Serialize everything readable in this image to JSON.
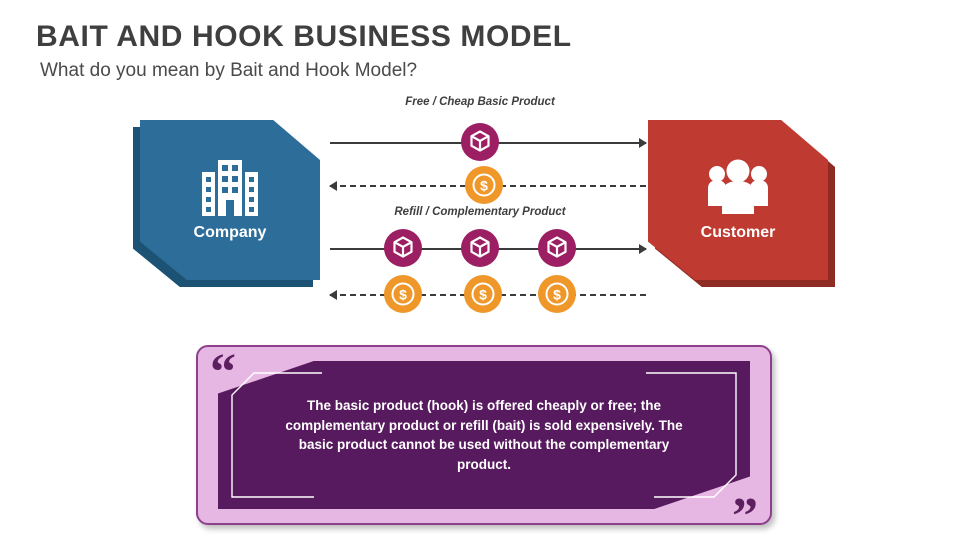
{
  "header": {
    "title": "BAIT AND HOOK BUSINESS MODEL",
    "subtitle": "What do you mean by Bait and Hook Model?"
  },
  "diagram": {
    "entities": [
      {
        "id": "company",
        "label": "Company",
        "icon": "building-icon",
        "color": "#2d6d99",
        "shadow_color": "#1c5375"
      },
      {
        "id": "customer",
        "label": "Customer",
        "icon": "people-group-icon",
        "color": "#bf3a30",
        "shadow_color": "#8e2b23"
      }
    ],
    "flow_labels": {
      "basic": "Free / Cheap Basic Product",
      "refill": "Refill / Complementary Product"
    },
    "flows": [
      {
        "id": "flow-basic-product",
        "style": "solid",
        "direction": "to-right",
        "nodes": 1,
        "node_icon": "box-icon"
      },
      {
        "id": "flow-basic-payment",
        "style": "dashed",
        "direction": "to-left",
        "nodes": 1,
        "node_icon": "coin-icon"
      },
      {
        "id": "flow-refill-product",
        "style": "solid",
        "direction": "to-right",
        "nodes": 3,
        "node_icon": "box-icon"
      },
      {
        "id": "flow-refill-payment",
        "style": "dashed",
        "direction": "to-left",
        "nodes": 3,
        "node_icon": "coin-icon"
      }
    ],
    "colors": {
      "box_icon": "#9c1f63",
      "coin_icon": "#f0972a",
      "line": "#3b3b3b"
    }
  },
  "quote": {
    "open_mark": "“",
    "close_mark": "”",
    "text": "The basic product (hook) is offered cheaply or free; the complementary product or refill (bait) is sold expensively. The basic product cannot be used without the complementary product.",
    "colors": {
      "frame": "#e7b7e4",
      "inner": "#581a5e",
      "mark": "#5c1f60"
    }
  }
}
